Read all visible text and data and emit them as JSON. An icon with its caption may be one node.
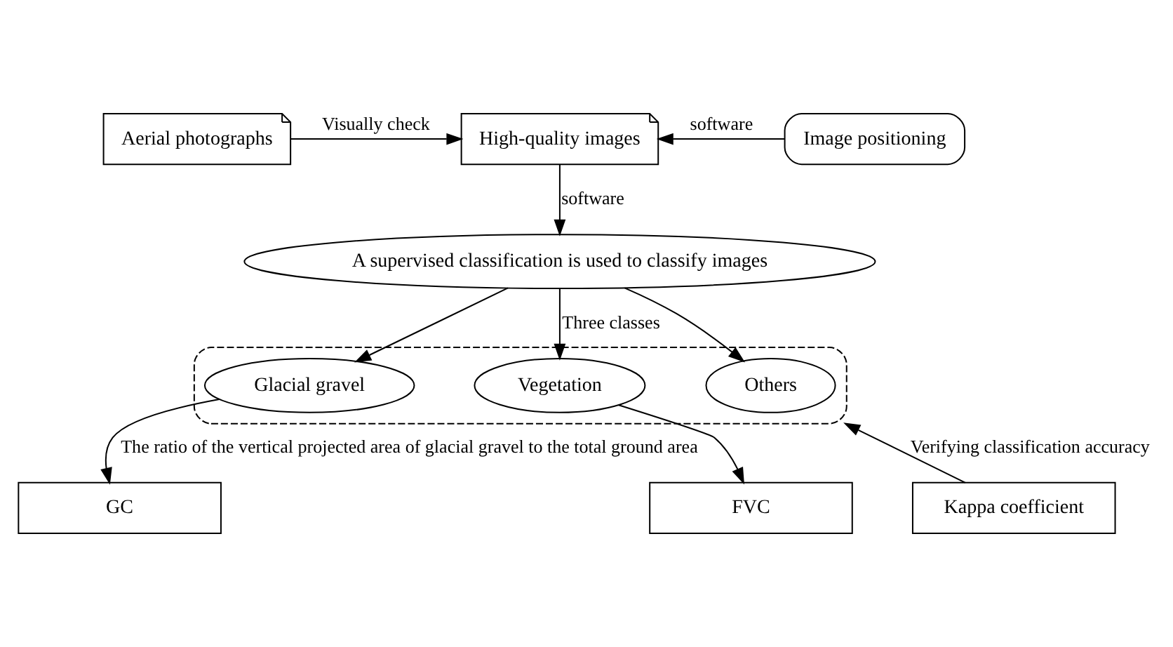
{
  "diagram": {
    "nodes": [
      {
        "text": [
          "Aerial photographs"
        ]
      },
      {
        "text": [
          "High-quality images"
        ]
      },
      {
        "text": [
          "Image positioning"
        ]
      },
      {
        "text": [
          "A supervised classification is used to classify images"
        ]
      },
      {
        "text": [],
        "shape": "box"
      },
      {
        "text": [
          "Glacial gravel"
        ],
        "in": 4
      },
      {
        "text": [
          "Vegetation"
        ],
        "in": 4
      },
      {
        "text": [
          "Others"
        ],
        "in": 4
      },
      {
        "text": [
          "GC"
        ]
      },
      {
        "text": [
          "FVC"
        ]
      },
      {
        "text": [
          "Kappa coefficient"
        ]
      }
    ],
    "edges": [
      {
        "from": 0,
        "to": 1,
        "arrow": "to",
        "label": "Visually check"
      },
      {
        "from": 2,
        "to": 1,
        "arrow": "to",
        "label": "software"
      },
      {
        "from": 1,
        "to": 3,
        "arrow": "to",
        "label": "software"
      },
      {
        "from": 3,
        "to": 5,
        "arrow": "to"
      },
      {
        "from": 3,
        "to": 6,
        "arrow": "to",
        "label": "Three classes"
      },
      {
        "from": 3,
        "to": 7,
        "arrow": "to"
      },
      {
        "from": 5,
        "to": 8,
        "arrow": "to",
        "label": "The ratio of the vertical projected area of glacial gravel to the total ground area"
      },
      {
        "from": 6,
        "to": 9,
        "arrow": "to"
      },
      {
        "from": 10,
        "to": 4,
        "arrow": "to",
        "label": "Verifying classification accuracy"
      }
    ]
  }
}
